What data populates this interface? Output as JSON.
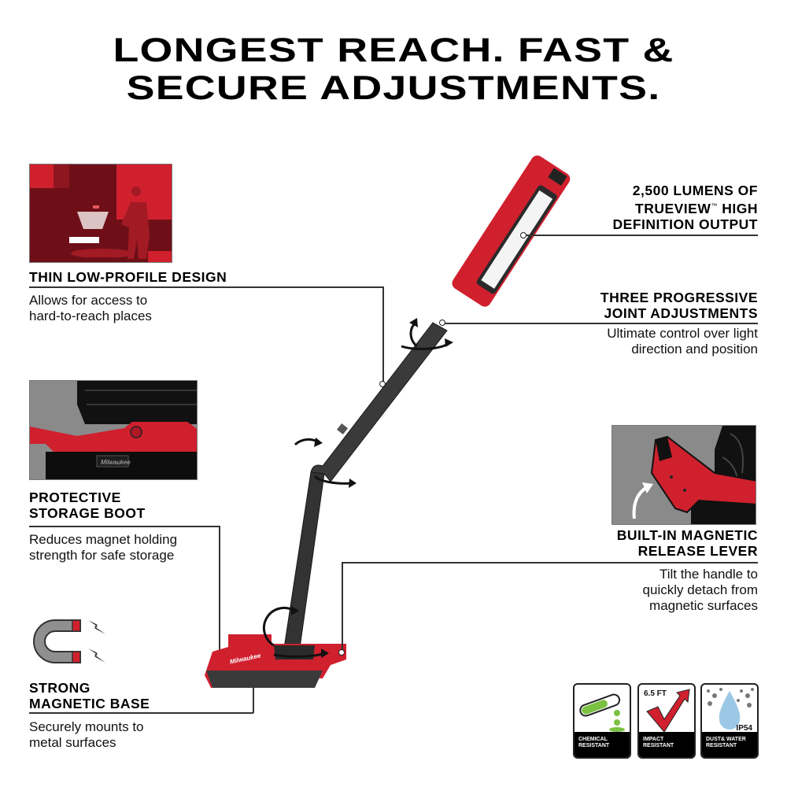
{
  "headline": {
    "line1": "LONGEST REACH. FAST &",
    "line2": "SECURE ADJUSTMENTS."
  },
  "features": {
    "thin": {
      "title": "THIN LOW-PROFILE DESIGN",
      "desc_line1": "Allows for access to",
      "desc_line2": "hard-to-reach places"
    },
    "boot": {
      "title_line1": "PROTECTIVE",
      "title_line2": "STORAGE BOOT",
      "desc_line1": "Reduces magnet holding",
      "desc_line2": "strength for safe storage"
    },
    "magnet": {
      "title_line1": "STRONG",
      "title_line2": "MAGNETIC BASE",
      "desc_line1": "Securely mounts to",
      "desc_line2": "metal surfaces"
    },
    "lumens": {
      "title_line1": "2,500 LUMENS OF",
      "title_line2a": "TRUEVIEW",
      "tm": "™",
      "title_line2b": " HIGH",
      "title_line3": "DEFINITION OUTPUT"
    },
    "joints": {
      "title_line1": "THREE PROGRESSIVE",
      "title_line2": "JOINT ADJUSTMENTS",
      "desc_line1": "Ultimate control over light",
      "desc_line2": "direction and position"
    },
    "lever": {
      "title_line1": "BUILT-IN MAGNETIC",
      "title_line2": "RELEASE LEVER",
      "desc_line1": "Tilt the handle to",
      "desc_line2": "quickly detach from",
      "desc_line3": "magnetic surfaces"
    }
  },
  "product": {
    "brand_mark": "Milwaukee"
  },
  "badges": [
    {
      "icon": "test-tube-icon",
      "label_line1": "CHEMICAL",
      "label_line2": "RESISTANT"
    },
    {
      "icon": "impact-check-icon",
      "top": "6.5 FT",
      "label_line1": "IMPACT",
      "label_line2": "RESISTANT"
    },
    {
      "icon": "water-drop-icon",
      "top": "IP54",
      "label_line1": "DUST& WATER",
      "label_line2": "RESISTANT"
    }
  ],
  "colors": {
    "red": "#d0202e",
    "dark_red": "#6e0f18",
    "gray_panel": "#8a8a8a",
    "black": "#000000"
  }
}
